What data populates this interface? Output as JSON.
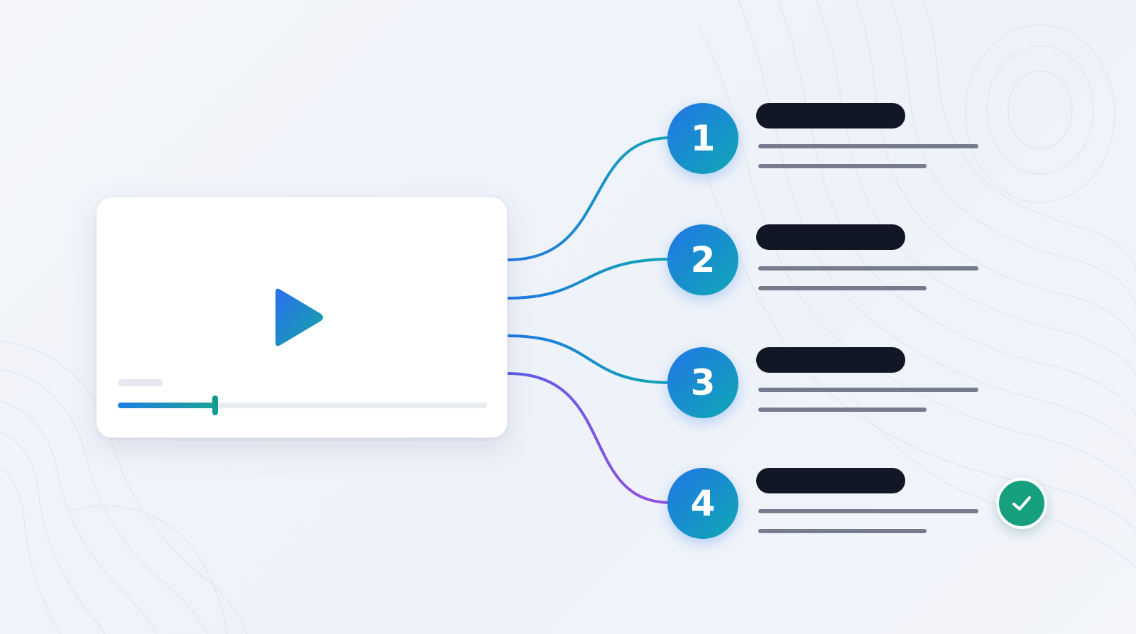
{
  "colors": {
    "accent_blue": "#2176e6",
    "accent_teal": "#0fa8b4",
    "connector_purple": "#8a4fe0",
    "title_bar": "#121725",
    "text_line": "#767b8e",
    "success_green": "#16a07e"
  },
  "video": {
    "play_icon": "play-icon",
    "progress": 0.26
  },
  "steps": [
    {
      "number": "1"
    },
    {
      "number": "2"
    },
    {
      "number": "3"
    },
    {
      "number": "4",
      "completed": true
    }
  ],
  "status_icon": "checkmark-icon"
}
